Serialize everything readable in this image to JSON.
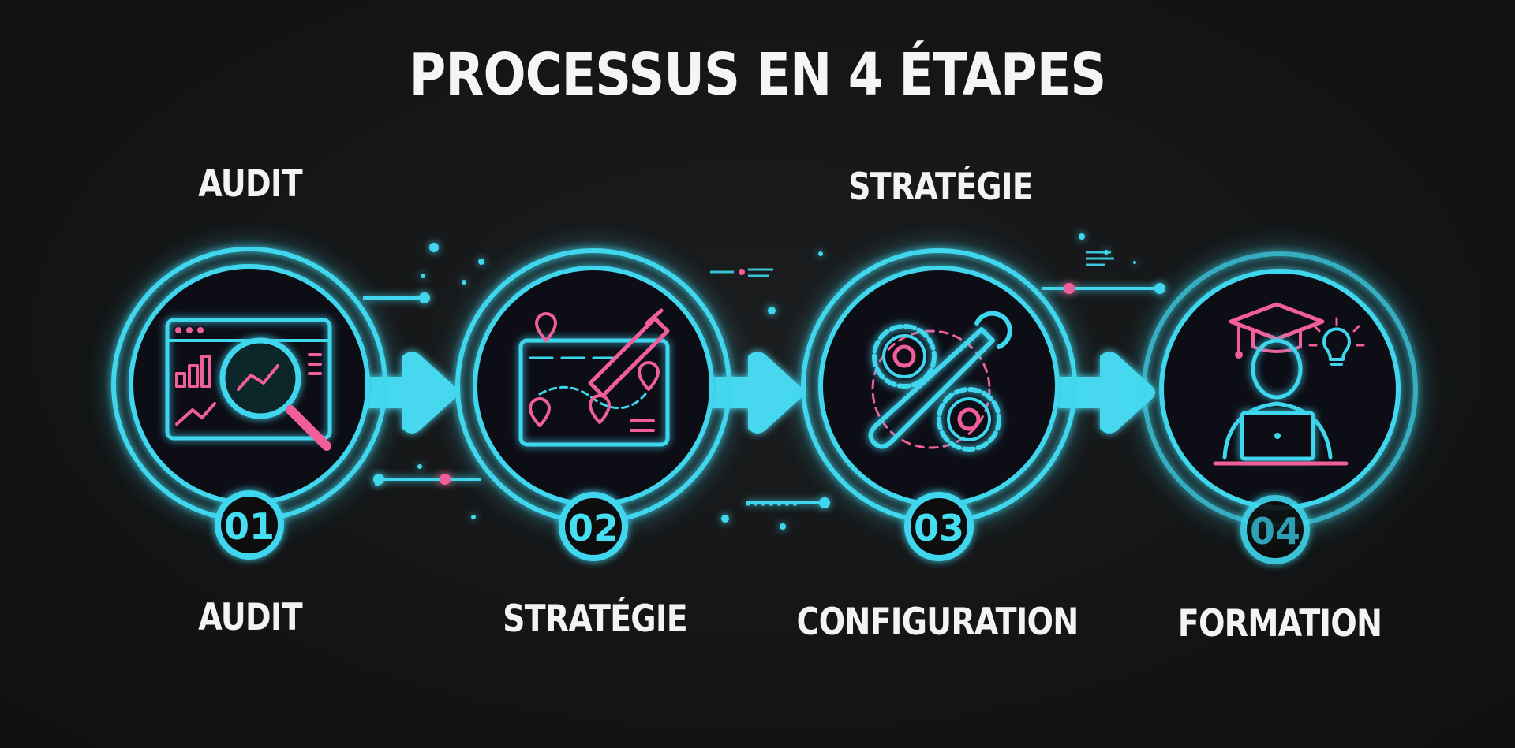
{
  "title": "PROCESSUS EN 4 ÉTAPES",
  "top_labels": [
    "AUDIT",
    "STRATÉGIE"
  ],
  "steps": [
    {
      "number": "01",
      "label": "AUDIT",
      "icon": "audit-dashboard-magnifier-icon"
    },
    {
      "number": "02",
      "label": "STRATÉGIE",
      "icon": "strategy-map-pen-icon"
    },
    {
      "number": "03",
      "label": "CONFIGURATION",
      "icon": "gears-wrench-icon"
    },
    {
      "number": "04",
      "label": "FORMATION",
      "icon": "graduate-laptop-lightbulb-icon"
    }
  ],
  "colors": {
    "background": "#121314",
    "cyan": "#3fd7ee",
    "pink": "#f05f9a",
    "text": "#f2f4f4"
  }
}
